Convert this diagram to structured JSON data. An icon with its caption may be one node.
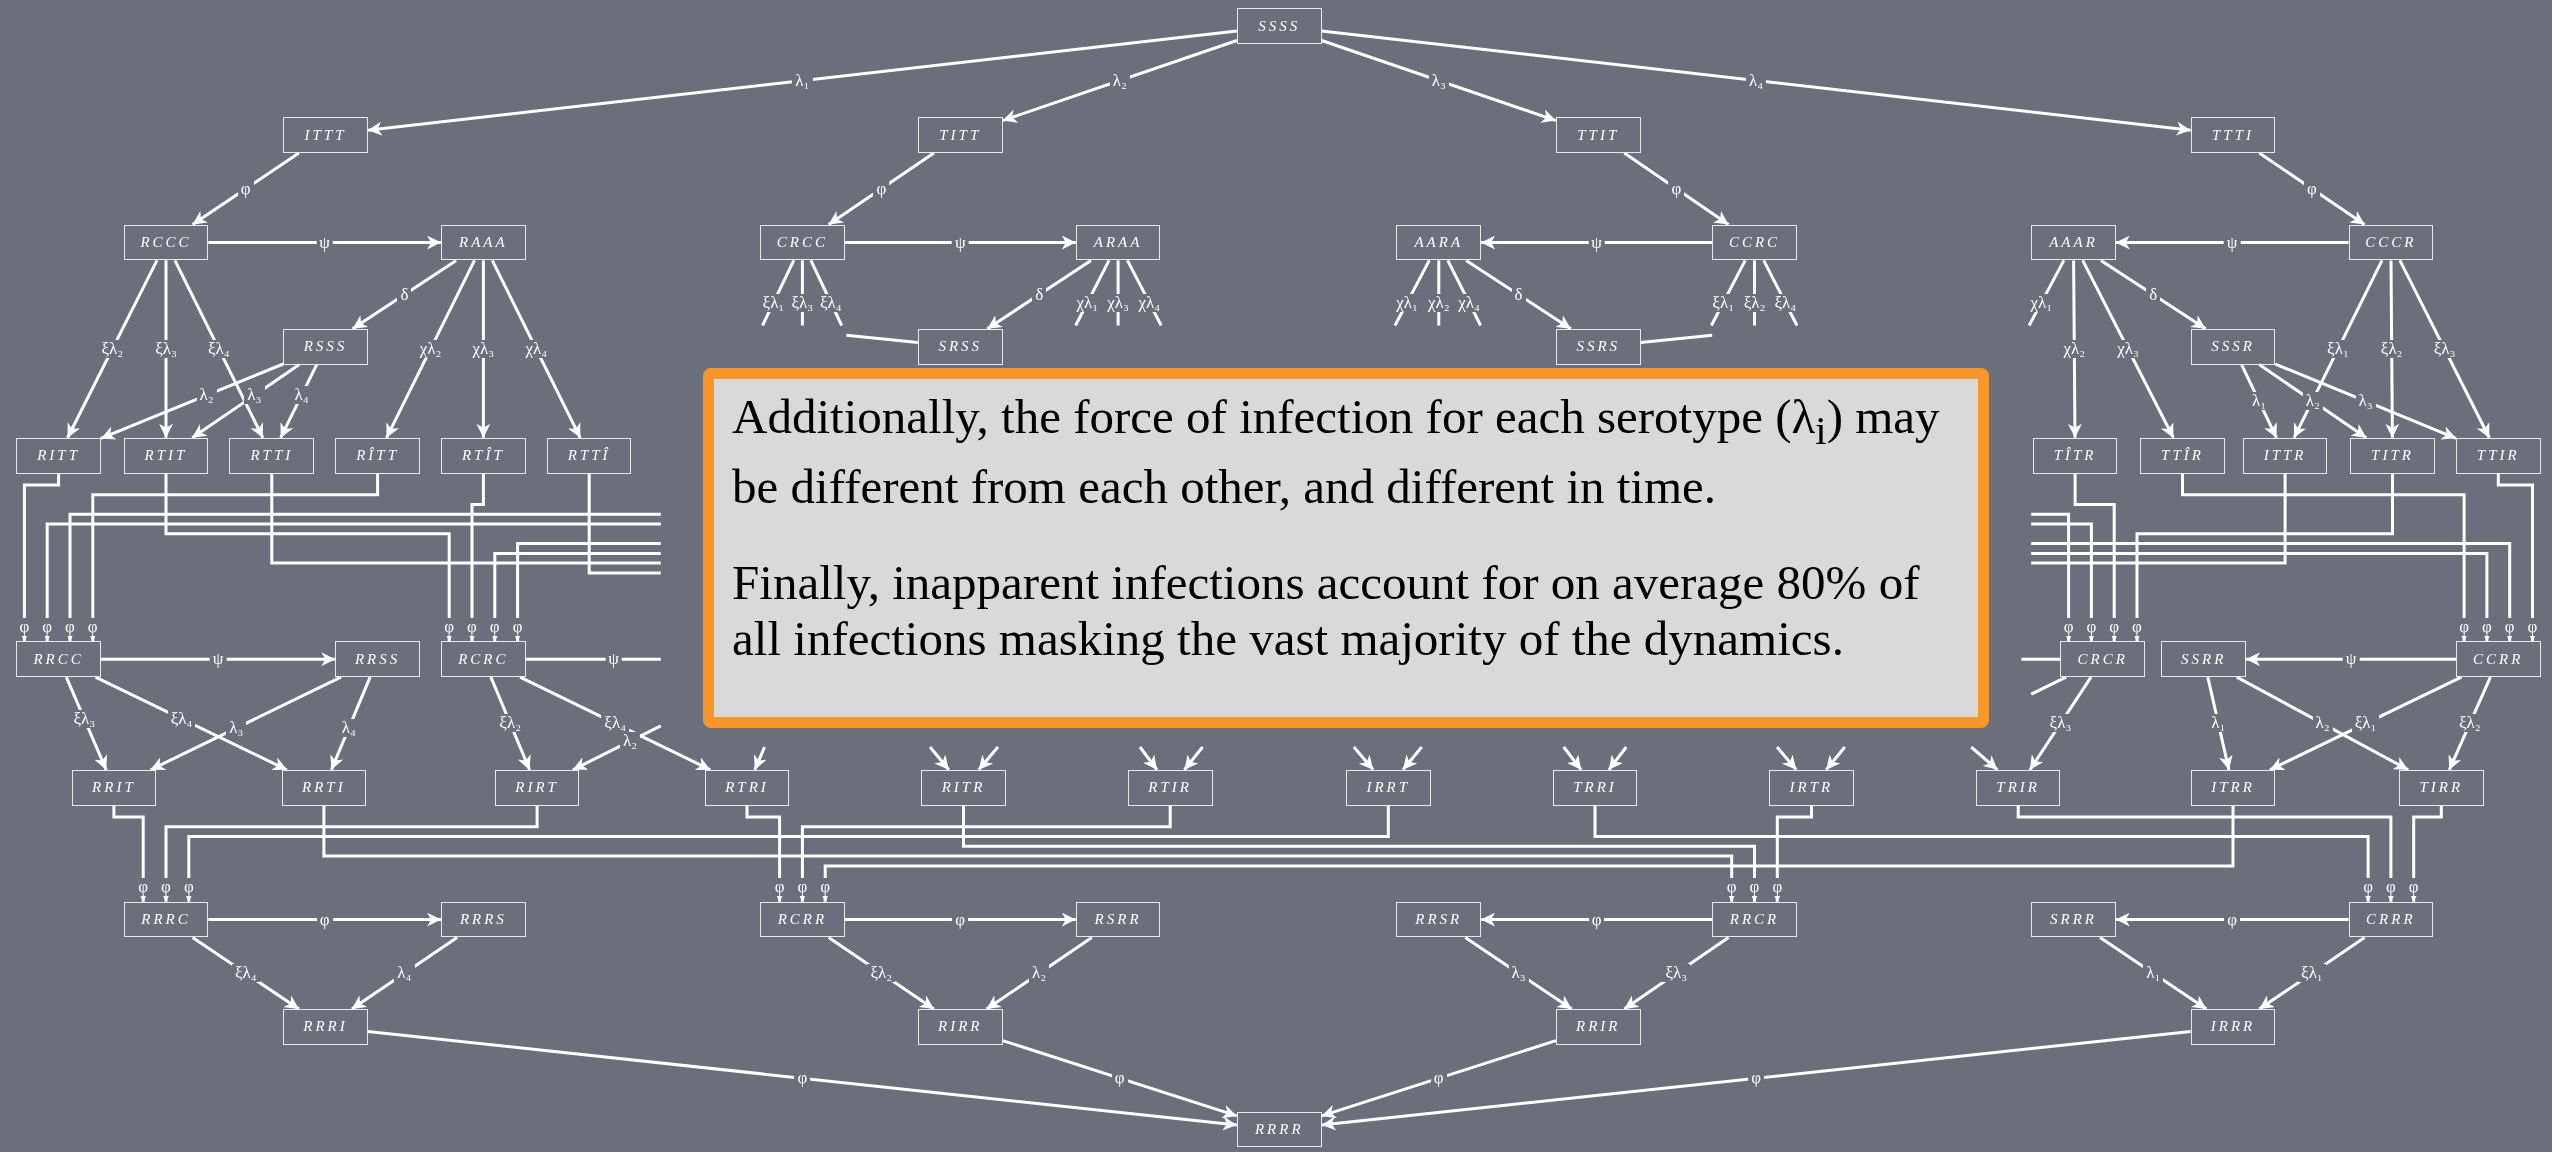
{
  "diagram": {
    "nodes": [
      {
        "text": [
          "SSSS"
        ]
      },
      {
        "text": [
          "ITTT"
        ]
      },
      {
        "text": [
          "TITT"
        ]
      },
      {
        "text": [
          "TTIT"
        ]
      },
      {
        "text": [
          "TTTI"
        ]
      },
      {
        "text": [
          "RCCC"
        ]
      },
      {
        "text": [
          "RAAA"
        ]
      },
      {
        "text": [
          "RSSS"
        ]
      },
      {
        "text": [
          "CRCC"
        ]
      },
      {
        "text": [
          "ARAA"
        ]
      },
      {
        "text": [
          "SRSS"
        ]
      },
      {
        "text": [
          "AARA"
        ]
      },
      {
        "text": [
          "CCRC"
        ]
      },
      {
        "text": [
          "SSRS"
        ]
      },
      {
        "text": [
          "AAAR"
        ]
      },
      {
        "text": [
          "CCCR"
        ]
      },
      {
        "text": [
          "SSSR"
        ]
      },
      {
        "text": [
          "RITT"
        ]
      },
      {
        "text": [
          "RTIT"
        ]
      },
      {
        "text": [
          "RTTI"
        ]
      },
      {
        "text": [
          "RÎTT"
        ]
      },
      {
        "text": [
          "RTÎT"
        ]
      },
      {
        "text": [
          "RTTÎ"
        ]
      },
      {
        "text": [
          "TÎTR"
        ]
      },
      {
        "text": [
          "TTÎR"
        ]
      },
      {
        "text": [
          "ITTR"
        ]
      },
      {
        "text": [
          "TITR"
        ]
      },
      {
        "text": [
          "TTIR"
        ]
      },
      {
        "text": [
          "Additionally, the force of infection for each serotype (λ$_{i}$) may be different from each other, and different in time.",
          "Finally, inapparent infections account for on average 80% of all infections masking the vast majority of the dynamics."
        ]
      },
      {
        "text": [
          "RRCC"
        ]
      },
      {
        "text": [
          "RRSS"
        ]
      },
      {
        "text": [
          "RCRC"
        ]
      },
      {
        "text": [
          "CRCR"
        ]
      },
      {
        "text": [
          "SSRR"
        ]
      },
      {
        "text": [
          "CCRR"
        ]
      },
      {
        "text": [
          "RRIT"
        ]
      },
      {
        "text": [
          "RRTI"
        ]
      },
      {
        "text": [
          "RIRT"
        ]
      },
      {
        "text": [
          "RTRI"
        ]
      },
      {
        "text": [
          "RITR"
        ]
      },
      {
        "text": [
          "RTIR"
        ]
      },
      {
        "text": [
          "IRRT"
        ]
      },
      {
        "text": [
          "TRRI"
        ]
      },
      {
        "text": [
          "IRTR"
        ]
      },
      {
        "text": [
          "TRIR"
        ]
      },
      {
        "text": [
          "ITRR"
        ]
      },
      {
        "text": [
          "TIRR"
        ]
      },
      {
        "text": [
          "RRRC"
        ]
      },
      {
        "text": [
          "RRRS"
        ]
      },
      {
        "text": [
          "RCRR"
        ]
      },
      {
        "text": [
          "RSRR"
        ]
      },
      {
        "text": [
          "RRSR"
        ]
      },
      {
        "text": [
          "RRCR"
        ]
      },
      {
        "text": [
          "SRRR"
        ]
      },
      {
        "text": [
          "CRRR"
        ]
      },
      {
        "text": [
          "RRRI"
        ]
      },
      {
        "text": [
          "RIRR"
        ]
      },
      {
        "text": [
          "RRIR"
        ]
      },
      {
        "text": [
          "IRRR"
        ]
      },
      {
        "text": [
          "RRRR"
        ]
      }
    ],
    "edges": [
      {
        "from": 0,
        "to": 1,
        "arrow": "to",
        "label": "λ₁"
      },
      {
        "from": 0,
        "to": 2,
        "arrow": "to",
        "label": "λ₂"
      },
      {
        "from": 0,
        "to": 3,
        "arrow": "to",
        "label": "λ₃"
      },
      {
        "from": 0,
        "to": 4,
        "arrow": "to",
        "label": "λ₄"
      },
      {
        "from": 1,
        "to": 5,
        "arrow": "to",
        "label": "φ"
      },
      {
        "from": 5,
        "to": 6,
        "arrow": "to",
        "label": "ψ"
      },
      {
        "from": 6,
        "to": 7,
        "arrow": "to",
        "label": "δ"
      },
      {
        "from": 2,
        "to": 8,
        "arrow": "to",
        "label": "φ"
      },
      {
        "from": 8,
        "to": 9,
        "arrow": "to",
        "label": "ψ"
      },
      {
        "from": 9,
        "to": 10,
        "arrow": "to",
        "label": "δ"
      },
      {
        "from": 3,
        "to": 12,
        "arrow": "to",
        "label": "φ"
      },
      {
        "from": 12,
        "to": 11,
        "arrow": "to",
        "label": "ψ"
      },
      {
        "from": 11,
        "to": 13,
        "arrow": "to",
        "label": "δ"
      },
      {
        "from": 4,
        "to": 15,
        "arrow": "to",
        "label": "φ"
      },
      {
        "from": 15,
        "to": 14,
        "arrow": "to",
        "label": "ψ"
      },
      {
        "from": 14,
        "to": 16,
        "arrow": "to",
        "label": "δ"
      },
      {
        "from": 5,
        "to": 17,
        "arrow": "to",
        "label": "ξλ₂"
      },
      {
        "from": 5,
        "to": 18,
        "arrow": "to",
        "label": "ξλ₃"
      },
      {
        "from": 5,
        "to": 19,
        "arrow": "to",
        "label": "ξλ₄"
      },
      {
        "from": 7,
        "to": 17,
        "arrow": "to",
        "label": "λ₂"
      },
      {
        "from": 7,
        "to": 18,
        "arrow": "to",
        "label": "λ₃"
      },
      {
        "from": 7,
        "to": 19,
        "arrow": "to",
        "label": "λ₄"
      },
      {
        "from": 6,
        "to": 20,
        "arrow": "to",
        "label": "χλ₂"
      },
      {
        "from": 6,
        "to": 21,
        "arrow": "to",
        "label": "χλ₃"
      },
      {
        "from": 6,
        "to": 22,
        "arrow": "to",
        "label": "χλ₄"
      },
      {
        "from": 8,
        "to": null,
        "arrow": "none",
        "label": "ξλ₁"
      },
      {
        "from": 8,
        "to": null,
        "arrow": "none",
        "label": "ξλ₃"
      },
      {
        "from": 8,
        "to": null,
        "arrow": "none",
        "label": "ξλ₄"
      },
      {
        "from": 10,
        "to": null,
        "arrow": "none"
      },
      {
        "from": 9,
        "to": null,
        "arrow": "none",
        "label": "χλ₁"
      },
      {
        "from": 9,
        "to": null,
        "arrow": "none",
        "label": "χλ₃"
      },
      {
        "from": 9,
        "to": null,
        "arrow": "none",
        "label": "χλ₄"
      },
      {
        "from": 11,
        "to": null,
        "arrow": "none",
        "label": "χλ₁"
      },
      {
        "from": 11,
        "to": null,
        "arrow": "none",
        "label": "χλ₂"
      },
      {
        "from": 11,
        "to": null,
        "arrow": "none",
        "label": "χλ₄"
      },
      {
        "from": 13,
        "to": null,
        "arrow": "none"
      },
      {
        "from": 12,
        "to": null,
        "arrow": "none",
        "label": "ξλ₁"
      },
      {
        "from": 12,
        "to": null,
        "arrow": "none",
        "label": "ξλ₂"
      },
      {
        "from": 12,
        "to": null,
        "arrow": "none",
        "label": "ξλ₄"
      },
      {
        "from": 14,
        "to": null,
        "arrow": "none",
        "label": "χλ₁"
      },
      {
        "from": 14,
        "to": 23,
        "arrow": "to",
        "label": "χλ₂"
      },
      {
        "from": 14,
        "to": 24,
        "arrow": "to",
        "label": "χλ₃"
      },
      {
        "from": 16,
        "to": 25,
        "arrow": "to",
        "label": "λ₁"
      },
      {
        "from": 16,
        "to": 26,
        "arrow": "to",
        "label": "λ₂"
      },
      {
        "from": 16,
        "to": 27,
        "arrow": "to",
        "label": "λ₃"
      },
      {
        "from": 15,
        "to": 25,
        "arrow": "to",
        "label": "ξλ₁"
      },
      {
        "from": 15,
        "to": 26,
        "arrow": "to",
        "label": "ξλ₂"
      },
      {
        "from": 15,
        "to": 27,
        "arrow": "to",
        "label": "ξλ₃"
      },
      {
        "from": 17,
        "to": 29,
        "arrow": "to",
        "label": "φ"
      },
      {
        "from": 20,
        "to": 29,
        "arrow": "to",
        "label": "φ"
      },
      {
        "from": null,
        "to": 29,
        "arrow": "to",
        "label": "φ"
      },
      {
        "from": null,
        "to": 29,
        "arrow": "to",
        "label": "φ"
      },
      {
        "from": 18,
        "to": 31,
        "arrow": "to",
        "label": "φ"
      },
      {
        "from": 21,
        "to": 31,
        "arrow": "to",
        "label": "φ"
      },
      {
        "from": null,
        "to": 31,
        "arrow": "to",
        "label": "φ"
      },
      {
        "from": null,
        "to": 31,
        "arrow": "to",
        "label": "φ"
      },
      {
        "from": 26,
        "to": 32,
        "arrow": "to",
        "label": "φ"
      },
      {
        "from": 23,
        "to": 32,
        "arrow": "to",
        "label": "φ"
      },
      {
        "from": null,
        "to": 32,
        "arrow": "to",
        "label": "φ"
      },
      {
        "from": null,
        "to": 32,
        "arrow": "to",
        "label": "φ"
      },
      {
        "from": 27,
        "to": 34,
        "arrow": "to",
        "label": "φ"
      },
      {
        "from": 24,
        "to": 34,
        "arrow": "to",
        "label": "φ"
      },
      {
        "from": null,
        "to": 34,
        "arrow": "to",
        "label": "φ"
      },
      {
        "from": null,
        "to": 34,
        "arrow": "to",
        "label": "φ"
      },
      {
        "from": 19,
        "to": null,
        "arrow": "none"
      },
      {
        "from": 22,
        "to": null,
        "arrow": "none"
      },
      {
        "from": 25,
        "to": null,
        "arrow": "none"
      },
      {
        "from": 29,
        "to": 30,
        "arrow": "to",
        "label": "ψ"
      },
      {
        "from": 31,
        "to": null,
        "arrow": "none",
        "label": "ψ"
      },
      {
        "from": 34,
        "to": 33,
        "arrow": "to",
        "label": "ψ"
      },
      {
        "from": 32,
        "to": null,
        "arrow": "none"
      },
      {
        "from": 29,
        "to": 35,
        "arrow": "to",
        "label": "ξλ₃"
      },
      {
        "from": 29,
        "to": 36,
        "arrow": "to",
        "label": "ξλ₄"
      },
      {
        "from": 30,
        "to": 35,
        "arrow": "to",
        "label": "λ₃"
      },
      {
        "from": 30,
        "to": 36,
        "arrow": "to",
        "label": "λ₄"
      },
      {
        "from": 31,
        "to": 37,
        "arrow": "to",
        "label": "ξλ₂"
      },
      {
        "from": 31,
        "to": 38,
        "arrow": "to",
        "label": "ξλ₄"
      },
      {
        "from": null,
        "to": 37,
        "arrow": "to",
        "label": "λ₂"
      },
      {
        "from": null,
        "to": 38,
        "arrow": "to"
      },
      {
        "from": null,
        "to": 39,
        "arrow": "to"
      },
      {
        "from": null,
        "to": 39,
        "arrow": "to"
      },
      {
        "from": null,
        "to": 40,
        "arrow": "to"
      },
      {
        "from": null,
        "to": 40,
        "arrow": "to"
      },
      {
        "from": null,
        "to": 41,
        "arrow": "to"
      },
      {
        "from": null,
        "to": 41,
        "arrow": "to"
      },
      {
        "from": null,
        "to": 42,
        "arrow": "to"
      },
      {
        "from": null,
        "to": 42,
        "arrow": "to"
      },
      {
        "from": null,
        "to": 43,
        "arrow": "to"
      },
      {
        "from": null,
        "to": 43,
        "arrow": "to"
      },
      {
        "from": null,
        "to": 44,
        "arrow": "to"
      },
      {
        "from": 32,
        "to": 44,
        "arrow": "to",
        "label": "ξλ₃"
      },
      {
        "from": 32,
        "to": null,
        "arrow": "none"
      },
      {
        "from": 33,
        "to": 45,
        "arrow": "to",
        "label": "λ₁"
      },
      {
        "from": 33,
        "to": 46,
        "arrow": "to",
        "label": "λ₂"
      },
      {
        "from": 34,
        "to": 45,
        "arrow": "to",
        "label": "ξλ₁"
      },
      {
        "from": 34,
        "to": 46,
        "arrow": "to",
        "label": "ξλ₂"
      },
      {
        "from": 35,
        "to": 47,
        "arrow": "to",
        "label": "φ"
      },
      {
        "from": 37,
        "to": 47,
        "arrow": "to",
        "label": "φ"
      },
      {
        "from": 41,
        "to": 47,
        "arrow": "to",
        "label": "φ"
      },
      {
        "from": 38,
        "to": 49,
        "arrow": "to",
        "label": "φ"
      },
      {
        "from": 40,
        "to": 49,
        "arrow": "to",
        "label": "φ"
      },
      {
        "from": 45,
        "to": 49,
        "arrow": "to",
        "label": "φ"
      },
      {
        "from": 36,
        "to": 52,
        "arrow": "to",
        "label": "φ"
      },
      {
        "from": 39,
        "to": 52,
        "arrow": "to",
        "label": "φ"
      },
      {
        "from": 43,
        "to": 52,
        "arrow": "to",
        "label": "φ"
      },
      {
        "from": 42,
        "to": 54,
        "arrow": "to",
        "label": "φ"
      },
      {
        "from": 44,
        "to": 54,
        "arrow": "to",
        "label": "φ"
      },
      {
        "from": 46,
        "to": 54,
        "arrow": "to",
        "label": "φ"
      },
      {
        "from": 47,
        "to": 48,
        "arrow": "to",
        "label": "φ"
      },
      {
        "from": 49,
        "to": 50,
        "arrow": "to",
        "label": "φ"
      },
      {
        "from": 52,
        "to": 51,
        "arrow": "to",
        "label": "φ"
      },
      {
        "from": 54,
        "to": 53,
        "arrow": "to",
        "label": "φ"
      },
      {
        "from": 47,
        "to": 55,
        "arrow": "to",
        "label": "ξλ₄"
      },
      {
        "from": 48,
        "to": 55,
        "arrow": "to",
        "label": "λ₄"
      },
      {
        "from": 49,
        "to": 56,
        "arrow": "to",
        "label": "ξλ₂"
      },
      {
        "from": 50,
        "to": 56,
        "arrow": "to",
        "label": "λ₂"
      },
      {
        "from": 51,
        "to": 57,
        "arrow": "to",
        "label": "λ₃"
      },
      {
        "from": 52,
        "to": 57,
        "arrow": "to",
        "label": "ξλ₃"
      },
      {
        "from": 53,
        "to": 58,
        "arrow": "to",
        "label": "λ₁"
      },
      {
        "from": 54,
        "to": 58,
        "arrow": "to",
        "label": "ξλ₁"
      },
      {
        "from": 55,
        "to": 59,
        "arrow": "to",
        "label": "φ"
      },
      {
        "from": 56,
        "to": 59,
        "arrow": "to",
        "label": "φ"
      },
      {
        "from": 57,
        "to": 59,
        "arrow": "to",
        "label": "φ"
      },
      {
        "from": 58,
        "to": 59,
        "arrow": "to",
        "label": "φ"
      }
    ]
  }
}
